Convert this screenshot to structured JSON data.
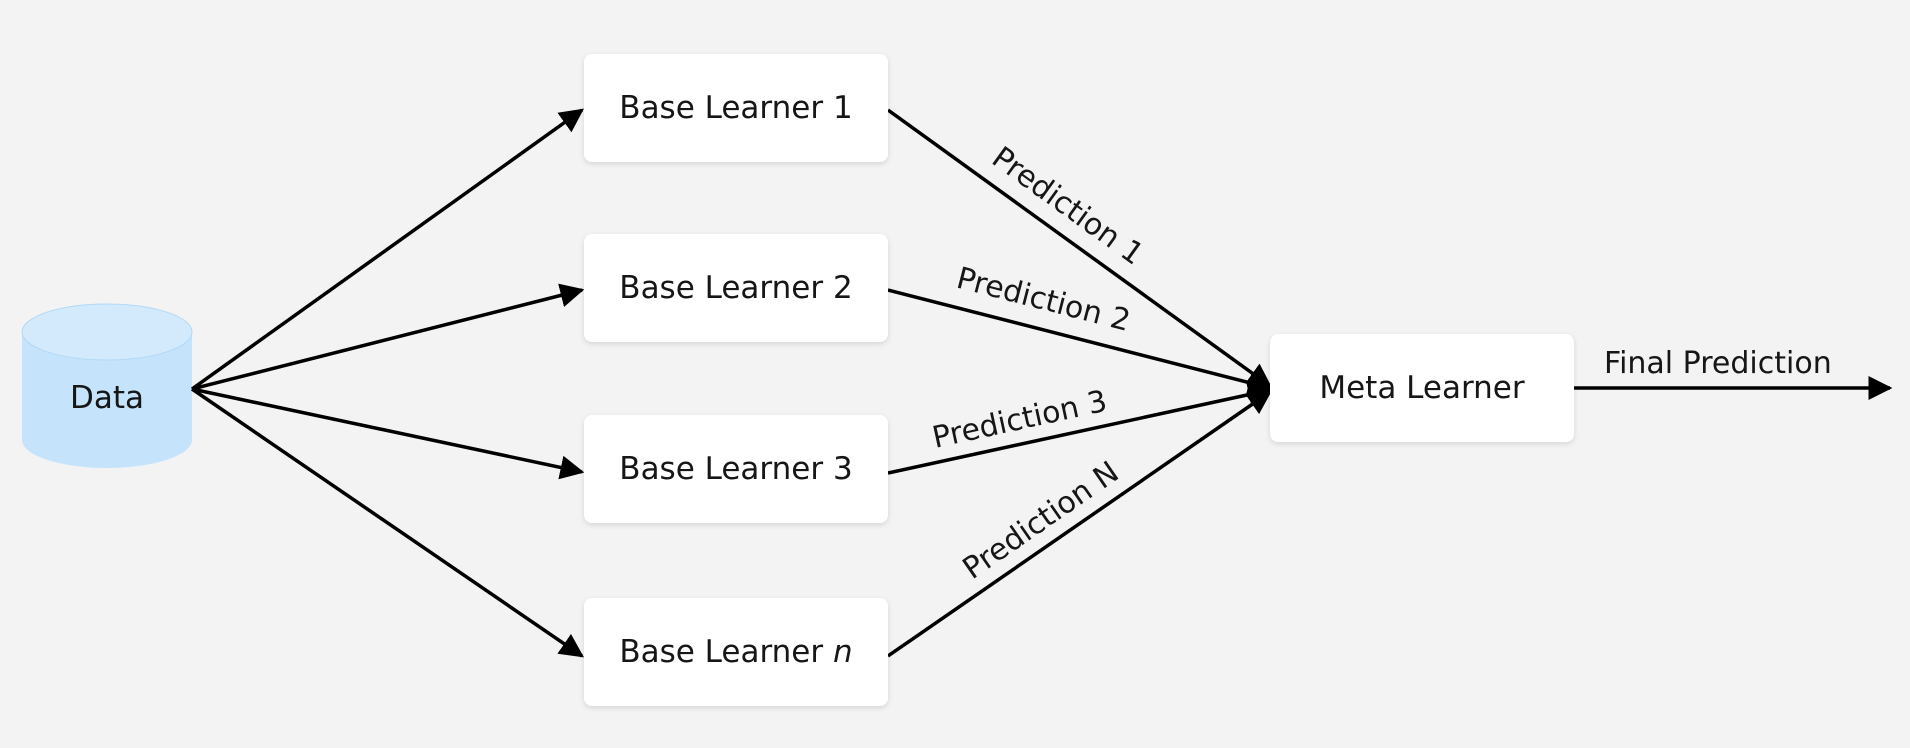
{
  "diagram": {
    "source": {
      "label": "Data"
    },
    "base_learners": [
      {
        "prefix": "Base Learner",
        "suffix": "1",
        "suffix_italic": false
      },
      {
        "prefix": "Base Learner",
        "suffix": "2",
        "suffix_italic": false
      },
      {
        "prefix": "Base Learner",
        "suffix": "3",
        "suffix_italic": false
      },
      {
        "prefix": "Base Learner",
        "suffix": "n",
        "suffix_italic": true
      }
    ],
    "meta": {
      "label": "Meta Learner"
    },
    "predictions": [
      "Prediction 1",
      "Prediction 2",
      "Prediction 3",
      "Prediction N"
    ],
    "output": {
      "label": "Final Prediction"
    }
  },
  "colors": {
    "background": "#f3f3f3",
    "box": "#ffffff",
    "cylinder_fill": "#c5e4fb",
    "cylinder_top": "#cfe9fc",
    "line": "#000000",
    "text": "#161616"
  }
}
